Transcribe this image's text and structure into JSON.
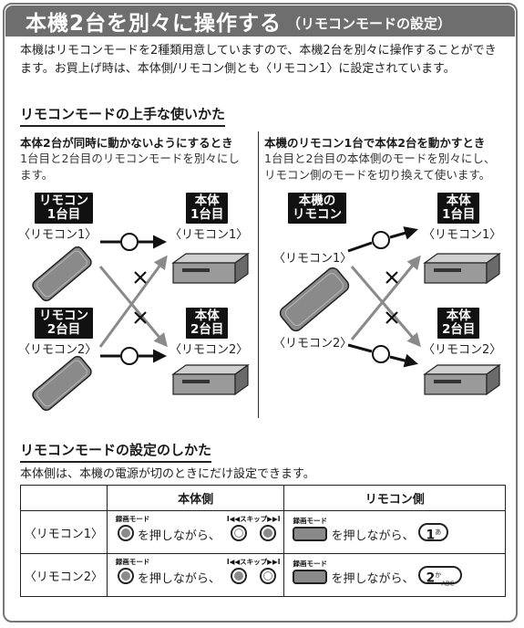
{
  "title": {
    "main": "本機2台を別々に操作する",
    "sub": "（リモコンモードの設定）"
  },
  "intro": "本機はリモコンモードを2種類用意していますので、本機2台を別々に操作することができます。お買上げ時は、本体側/リモコン側とも〈リモコン1〉に設定されています。",
  "section1": {
    "heading": "リモコンモードの上手な使いかた",
    "left": {
      "heading": "本体2台が同時に動かないようにするとき",
      "desc": "1台目と2台目のリモコンモードを別々にします。",
      "remote1_badge": "リモコン\n1台目",
      "remote1_label": "〈リモコン1〉",
      "remote2_badge": "リモコン\n2台目",
      "remote2_label": "〈リモコン2〉",
      "unit1_badge": "本体\n1台目",
      "unit1_label": "〈リモコン1〉",
      "unit2_badge": "本体\n2台目",
      "unit2_label": "〈リモコン2〉"
    },
    "right": {
      "heading": "本機のリモコン1台で本体2台を動かすとき",
      "desc": "1台目と2台目の本体側のモードを別々にし、リモコン側のモードを切り換えて使います。",
      "remote_badge": "本機の\nリモコン",
      "remote1_label": "〈リモコン1〉",
      "remote2_label": "〈リモコン2〉",
      "unit1_badge": "本体\n1台目",
      "unit1_label": "〈リモコン1〉",
      "unit2_badge": "本体\n2台目",
      "unit2_label": "〈リモコン2〉"
    }
  },
  "section2": {
    "heading": "リモコンモードの設定のしかた",
    "note": "本体側は、本機の電源が切のときにだけ設定できます。",
    "table": {
      "headers": [
        "",
        "本体側",
        "リモコン側"
      ],
      "rows": [
        {
          "label": "〈リモコン1〉",
          "unit_btn_label": "録画モード",
          "unit_text": "を押しながら、",
          "skip_label": "I◀◀スキップ▶▶I",
          "remote_btn_label": "録画モード",
          "remote_text": "を押しながら、",
          "num_key": "1",
          "num_kana": "あ",
          "num_alpha": ""
        },
        {
          "label": "〈リモコン2〉",
          "unit_btn_label": "録画モード",
          "unit_text": "を押しながら、",
          "skip_label": "I◀◀スキップ▶▶I",
          "remote_btn_label": "録画モード",
          "remote_text": "を押しながら、",
          "num_key": "2",
          "num_kana": "か",
          "num_alpha": "ABC"
        }
      ]
    }
  },
  "colors": {
    "title_bar": "#6e6e6e",
    "badge": "#111111",
    "arrow_gray": "#8a8a8a"
  }
}
